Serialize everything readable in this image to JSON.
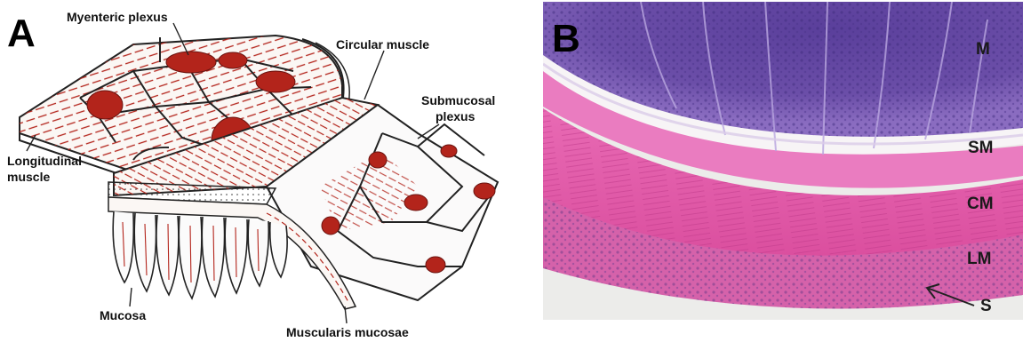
{
  "panel_a": {
    "letter": "A",
    "labels": {
      "myenteric_plexus": "Myenteric plexus",
      "circular_muscle": "Circular muscle",
      "submucosal_line1": "Submucosal",
      "submucosal_line2": "plexus",
      "longitudinal_line1": "Longitudinal",
      "longitudinal_line2": "muscle",
      "mucosa": "Mucosa",
      "muscularis_mucosae": "Muscularis mucosae"
    }
  },
  "panel_b": {
    "letter": "B",
    "labels": {
      "m": "M",
      "sm": "SM",
      "cm": "CM",
      "lm": "LM",
      "s": "S"
    }
  },
  "colors": {
    "plexus_red": "#b3241b",
    "histo_purple": "#6a4aa3",
    "histo_pink": "#e25aa8",
    "histo_background": "#ececea"
  }
}
